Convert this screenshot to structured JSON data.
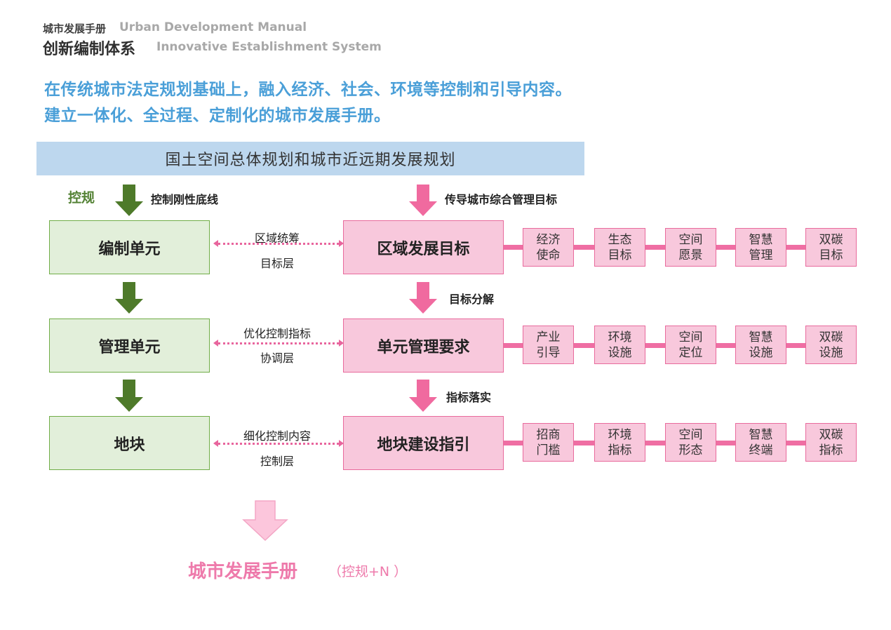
{
  "header": {
    "cn_small": "城市发展手册",
    "en_small": "Urban Development Manual",
    "cn_large": "创新编制体系",
    "en_large": "Innovative Establishment System"
  },
  "intro": {
    "line1": "在传统城市法定规划基础上，融入经济、社会、环境等控制和引导内容。",
    "line2": "建立一体化、全过程、定制化的城市发展手册。"
  },
  "top_bar": "国土空间总体规划和城市近远期发展规划",
  "left_column": {
    "tag": "控规",
    "top_arrow_label": "控制刚性底线",
    "boxes": [
      "编制单元",
      "管理单元",
      "地块"
    ]
  },
  "right_column": {
    "top_arrow_label": "传导城市综合管理目标",
    "boxes": [
      "区域发展目标",
      "单元管理要求",
      "地块建设指引"
    ],
    "arrow_labels": [
      "目标分解",
      "指标落实"
    ]
  },
  "middle_links": [
    {
      "top": "区域统筹",
      "bottom": "目标层"
    },
    {
      "top": "优化控制指标",
      "bottom": "协调层"
    },
    {
      "top": "细化控制内容",
      "bottom": "控制层"
    }
  ],
  "side_rows": [
    [
      [
        "经济",
        "使命"
      ],
      [
        "生态",
        "目标"
      ],
      [
        "空间",
        "愿景"
      ],
      [
        "智慧",
        "管理"
      ],
      [
        "双碳",
        "目标"
      ]
    ],
    [
      [
        "产业",
        "引导"
      ],
      [
        "环境",
        "设施"
      ],
      [
        "空间",
        "定位"
      ],
      [
        "智慧",
        "设施"
      ],
      [
        "双碳",
        "设施"
      ]
    ],
    [
      [
        "招商",
        "门槛"
      ],
      [
        "环境",
        "指标"
      ],
      [
        "空间",
        "形态"
      ],
      [
        "智慧",
        "终端"
      ],
      [
        "双碳",
        "指标"
      ]
    ]
  ],
  "final": {
    "title": "城市发展手册",
    "subtitle": "（控规+N ）"
  },
  "colors": {
    "green_arrow": "#4e7a2a",
    "pink_arrow": "#f06a9f",
    "light_pink_arrow": "#fcc6dc",
    "intro_blue": "#4a9fd8"
  }
}
